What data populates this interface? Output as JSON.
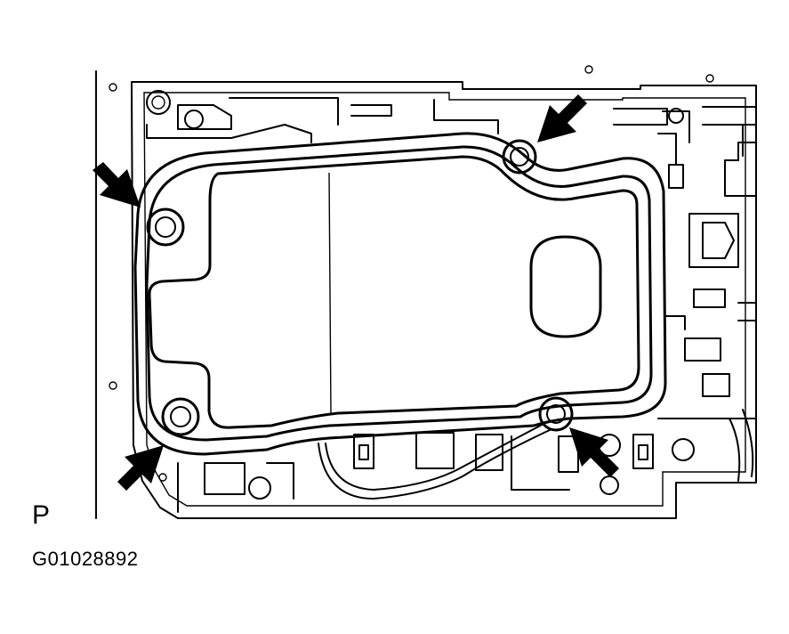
{
  "view_label": "P",
  "figure_code": "G01028892",
  "callouts": [
    {
      "name": "arrow-top-right-bolt"
    },
    {
      "name": "arrow-left-bolt"
    },
    {
      "name": "arrow-bottom-left-bolt"
    },
    {
      "name": "arrow-bottom-right-bolt"
    }
  ],
  "colors": {
    "line": "#000000",
    "background": "#ffffff"
  }
}
